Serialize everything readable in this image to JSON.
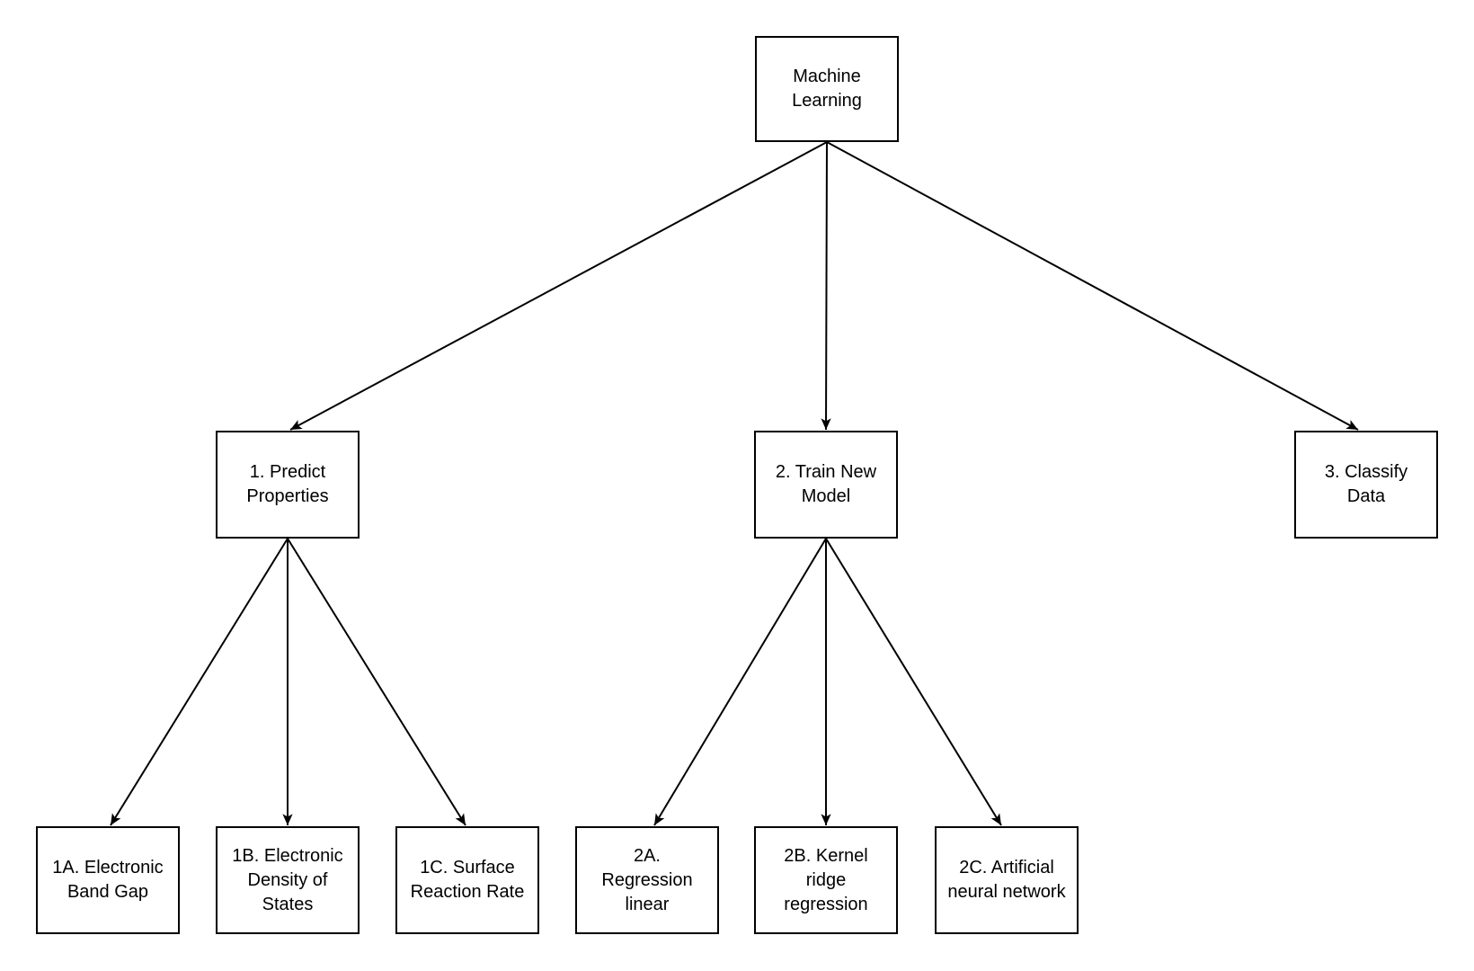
{
  "colors": {
    "background": "#ffffff",
    "node-border": "#000000",
    "node-text": "#000000",
    "edge": "#000000"
  },
  "diagram": {
    "type": "flowchart-tree",
    "directed": true,
    "nodes": {
      "machine_learning": {
        "label": "Machine\nLearning"
      },
      "predict_properties": {
        "label": "1. Predict\nProperties"
      },
      "train_new_model": {
        "label": "2. Train New\nModel"
      },
      "classify_data": {
        "label": "3. Classify\nData"
      },
      "electronic_band_gap": {
        "label": "1A. Electronic\nBand Gap"
      },
      "electronic_density_of_states": {
        "label": "1B. Electronic\nDensity of\nStates"
      },
      "surface_reaction_rate": {
        "label": "1C. Surface\nReaction Rate"
      },
      "regression_linear": {
        "label": "2A.\nRegression\nlinear"
      },
      "kernel_ridge_regression": {
        "label": "2B. Kernel\nridge\nregression"
      },
      "artificial_neural_network": {
        "label": "2C. Artificial\nneural network"
      }
    },
    "edges": [
      {
        "from": "machine_learning",
        "to": "predict_properties"
      },
      {
        "from": "machine_learning",
        "to": "train_new_model"
      },
      {
        "from": "machine_learning",
        "to": "classify_data"
      },
      {
        "from": "predict_properties",
        "to": "electronic_band_gap"
      },
      {
        "from": "predict_properties",
        "to": "electronic_density_of_states"
      },
      {
        "from": "predict_properties",
        "to": "surface_reaction_rate"
      },
      {
        "from": "train_new_model",
        "to": "regression_linear"
      },
      {
        "from": "train_new_model",
        "to": "kernel_ridge_regression"
      },
      {
        "from": "train_new_model",
        "to": "artificial_neural_network"
      }
    ]
  }
}
